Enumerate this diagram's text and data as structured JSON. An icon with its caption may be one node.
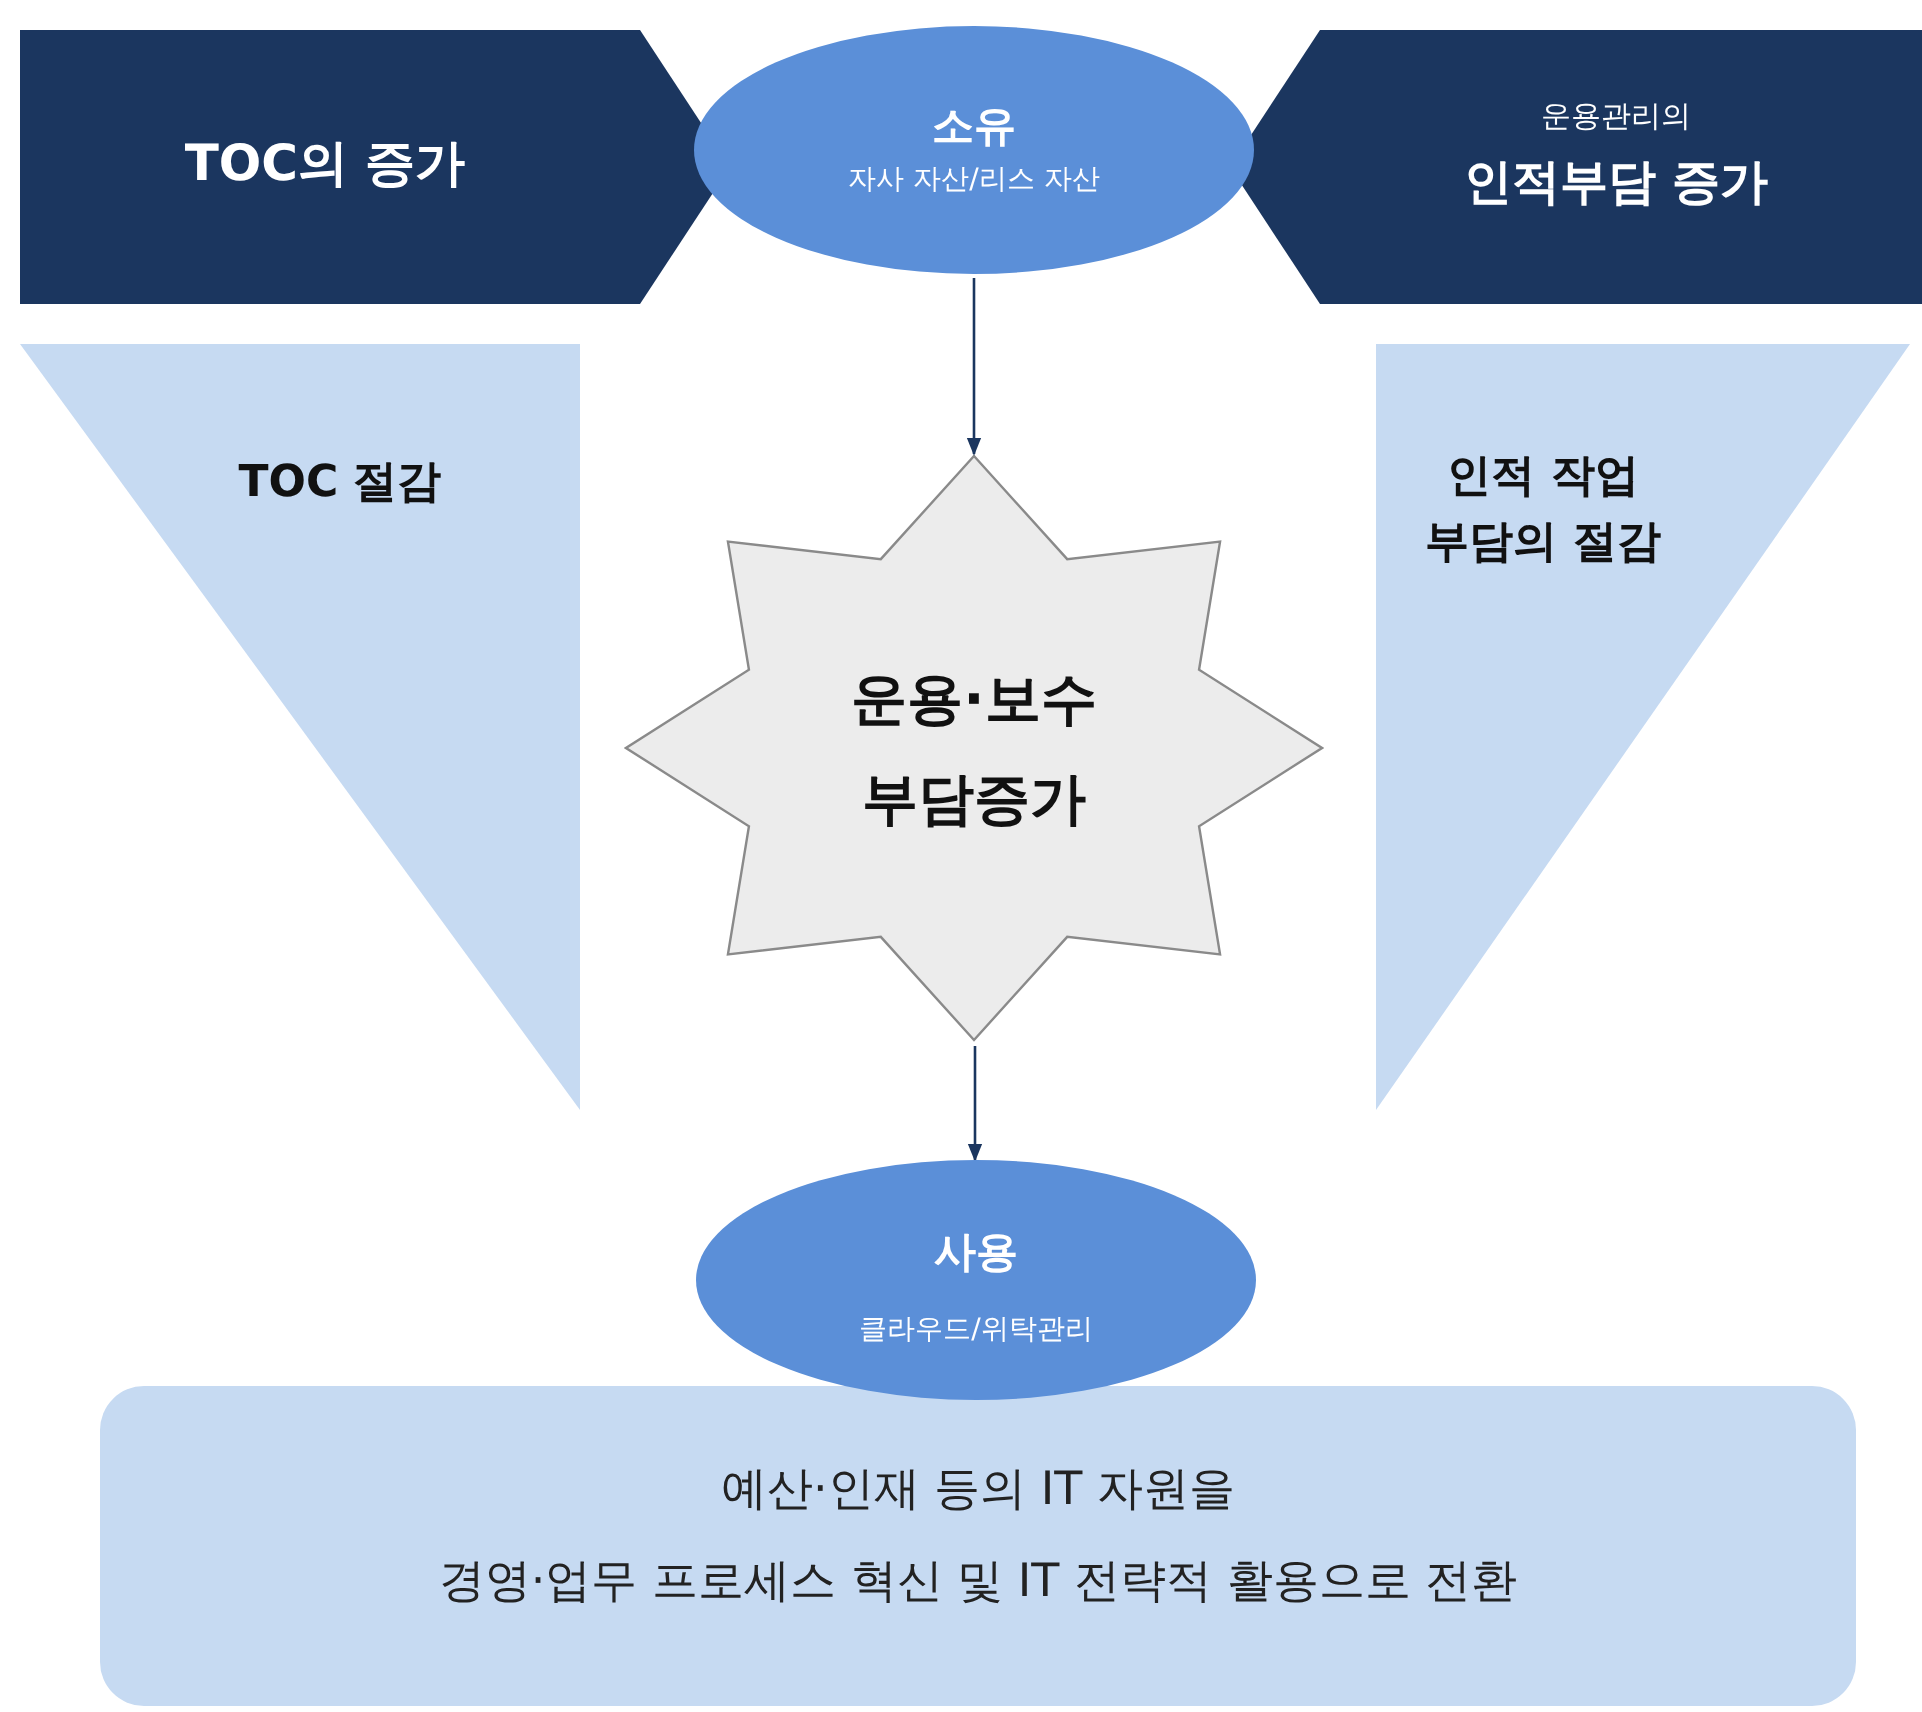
{
  "diagram": {
    "nodes": [
      {
        "text": [
          "TOC의 증가"
        ]
      },
      {
        "text": [
          "소유",
          "자사 자산/리스 자산"
        ]
      },
      {
        "text": [
          "운용관리의",
          "인적부담 증가"
        ]
      },
      {
        "text": [
          "TOC 절감"
        ]
      },
      {
        "text": [
          "인적 작업 부담의 절감"
        ]
      },
      {
        "text": [
          "운용·보수 부담증가"
        ]
      },
      {
        "text": [
          "사용",
          "클라우드/위탁관리"
        ]
      },
      {
        "text": [
          "예산·인재 등의 IT 자원을",
          "경영·업무 프로세스 혁신 및 IT 전략적 활용으로 전환"
        ]
      }
    ],
    "edges": [
      {
        "from": 1,
        "to": 5,
        "arrow": "to"
      },
      {
        "from": 5,
        "to": 6,
        "arrow": "to"
      }
    ]
  }
}
